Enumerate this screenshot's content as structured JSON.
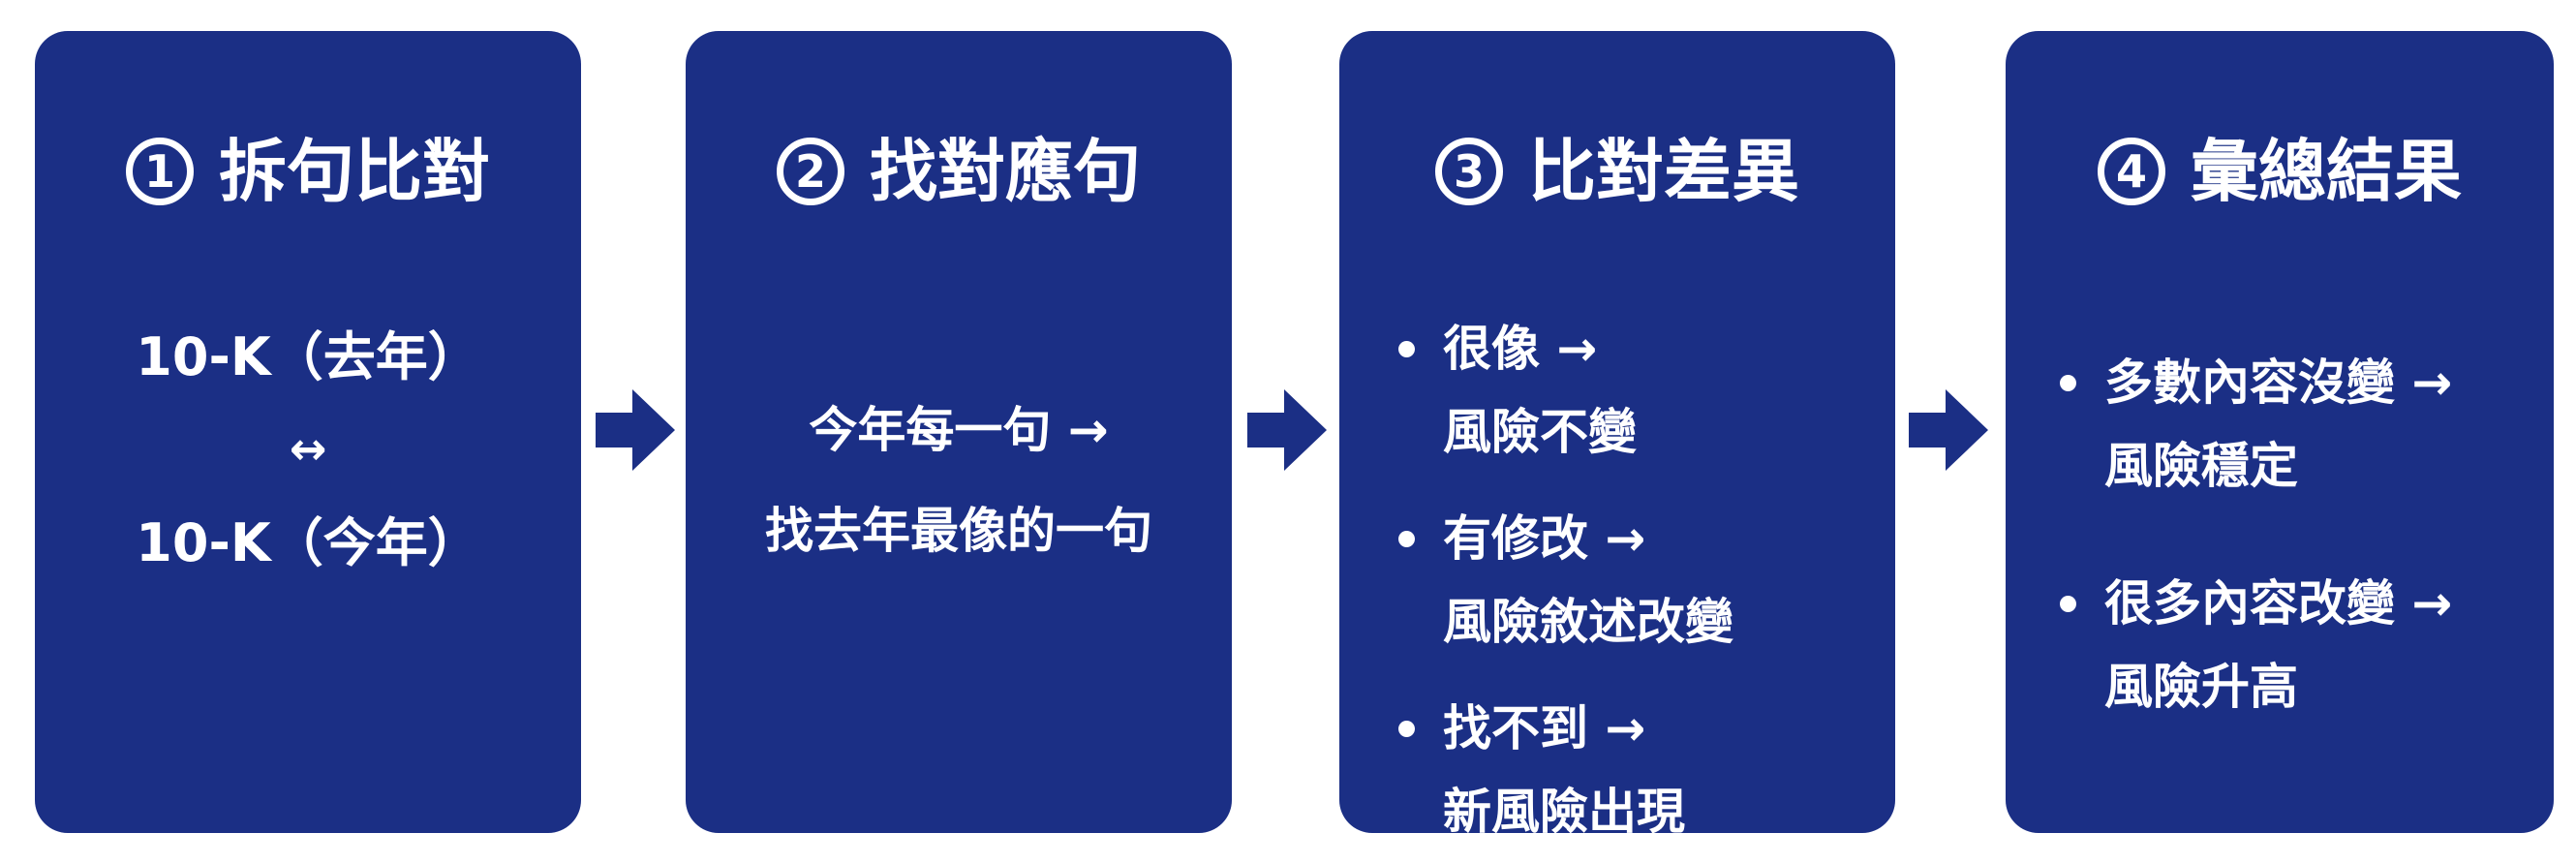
{
  "colors": {
    "card_fill": "#1b2f85",
    "text": "#ffffff",
    "background": "#ffffff"
  },
  "steps": [
    {
      "number": "1",
      "title": "拆句比對",
      "lines": [
        "10-K（去年）",
        "↔",
        "10-K（今年）"
      ]
    },
    {
      "number": "2",
      "title": "找對應句",
      "lines": [
        "今年每一句 →",
        "找去年最像的一句"
      ]
    },
    {
      "number": "3",
      "title": "比對差異",
      "bullets": [
        [
          "很像 →",
          "風險不變"
        ],
        [
          "有修改 →",
          "風險敘述改變"
        ],
        [
          "找不到 →",
          "新風險出現"
        ]
      ]
    },
    {
      "number": "4",
      "title": "彙總結果",
      "bullets": [
        [
          "多數內容沒變 →",
          "風險穩定"
        ],
        [
          "很多內容改變 →",
          "風險升高"
        ]
      ]
    }
  ],
  "connector_icon": "right-arrow-icon"
}
